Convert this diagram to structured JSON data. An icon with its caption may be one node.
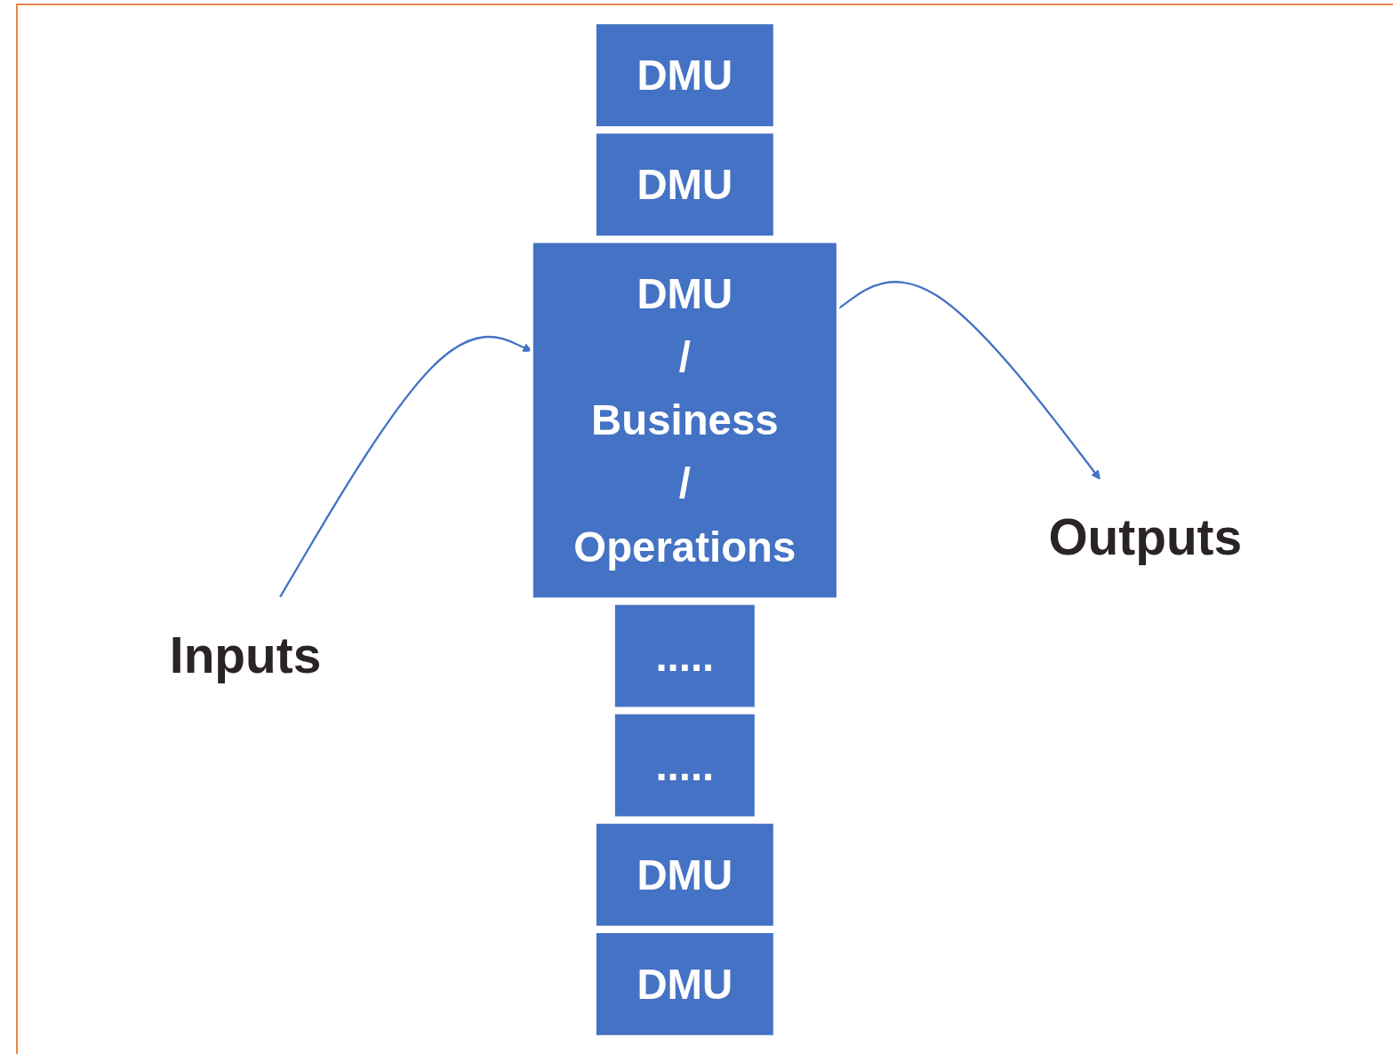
{
  "diagram": {
    "nodes": [
      {
        "text": [
          "Inputs"
        ]
      },
      {
        "text": [
          "DMU"
        ]
      },
      {
        "text": [
          "DMU"
        ]
      },
      {
        "text": [
          "....."
        ]
      },
      {
        "text": [
          "DMU / Business / Operations"
        ]
      },
      {
        "text": [
          "....."
        ]
      },
      {
        "text": [
          "DMU"
        ]
      },
      {
        "text": [
          "DMU"
        ]
      },
      {
        "text": [
          "Outputs"
        ]
      }
    ],
    "edges": [
      {
        "from": 0,
        "to": 4,
        "arrow": "to"
      },
      {
        "from": 4,
        "to": 8,
        "arrow": "to"
      }
    ]
  }
}
